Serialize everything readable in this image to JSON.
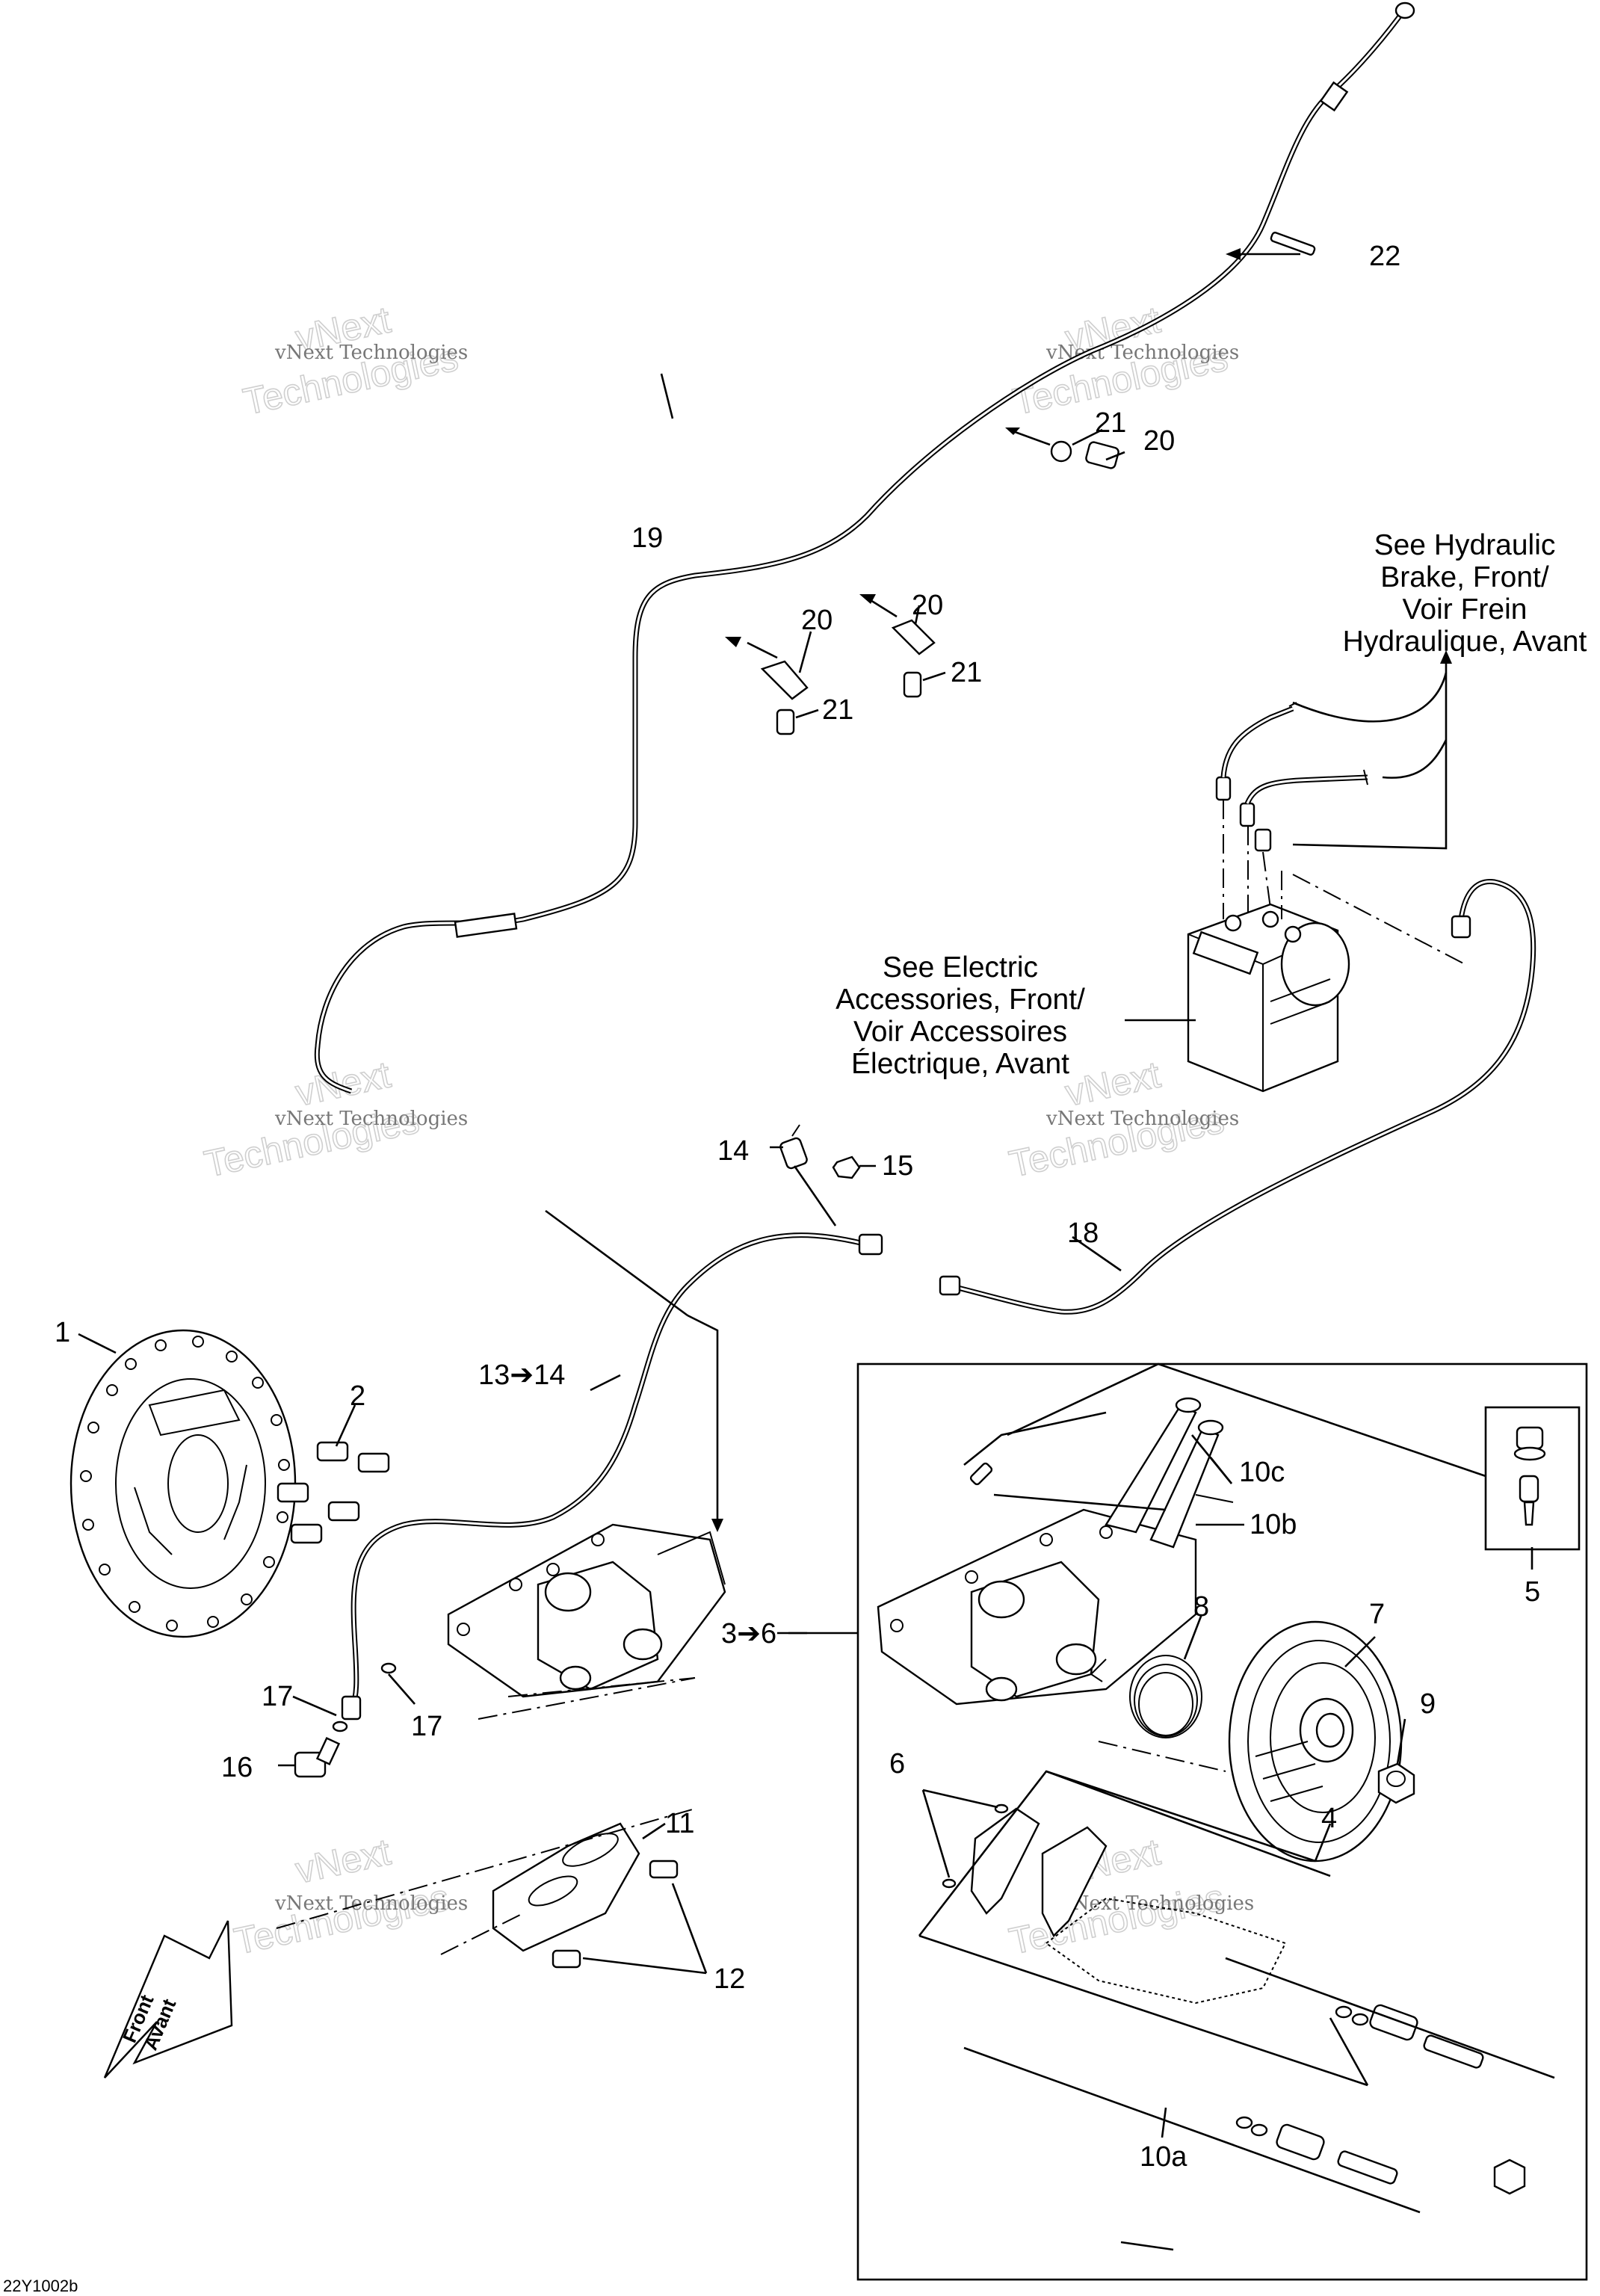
{
  "callouts": {
    "c1": "1",
    "c2": "2",
    "c3_6": "3➔6",
    "c4": "4",
    "c5": "5",
    "c6": "6",
    "c7": "7",
    "c8": "8",
    "c9": "9",
    "c10a": "10a",
    "c10b": "10b",
    "c10c": "10c",
    "c11": "11",
    "c12": "12",
    "c13_14": "13➔14",
    "c14": "14",
    "c15": "15",
    "c16": "16",
    "c17a": "17",
    "c17b": "17",
    "c18": "18",
    "c19": "19",
    "c20a": "20",
    "c20b": "20",
    "c20c": "20",
    "c21a": "21",
    "c21b": "21",
    "c21c": "21",
    "c22": "22"
  },
  "notes": {
    "hydraulic": [
      "See Hydraulic",
      "Brake, Front/",
      "Voir Frein",
      "Hydraulique, Avant"
    ],
    "electric": [
      "See Electric",
      "Accessories, Front/",
      "Voir Accessoires",
      "Électrique, Avant"
    ]
  },
  "front_badge": [
    "Front",
    "Avant"
  ],
  "watermark": {
    "line1": "vNext Technologies",
    "line2": "vNext",
    "line3": "Technologies"
  },
  "drawing_code": "22Y1002b"
}
